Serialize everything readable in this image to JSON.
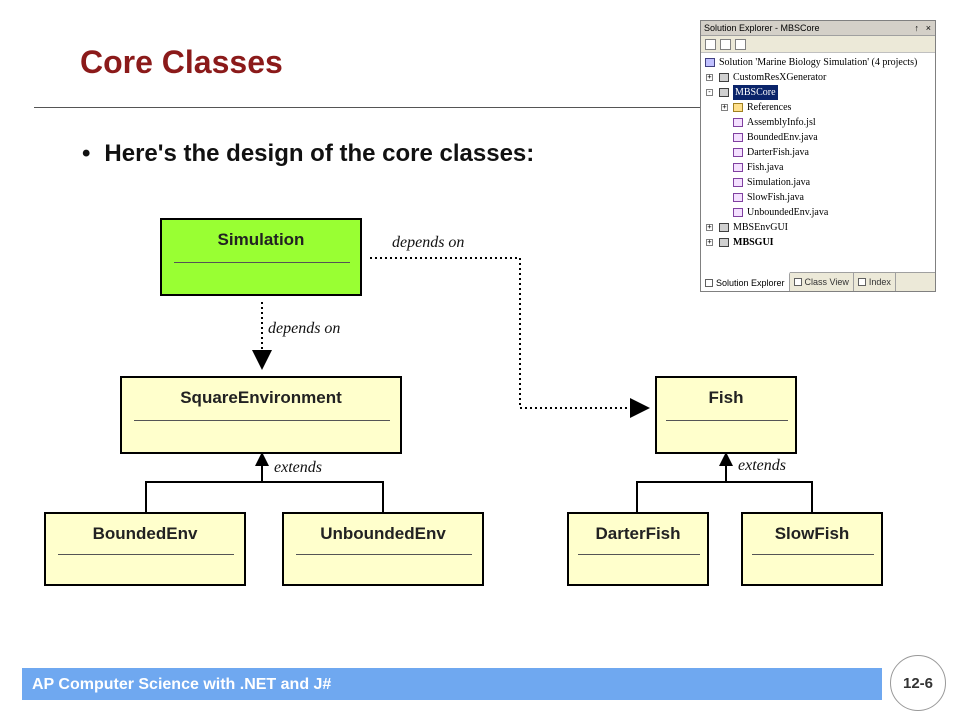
{
  "slide": {
    "title": "Core Classes",
    "bullet": "Here's the design of the core classes:"
  },
  "diagram": {
    "classes": {
      "simulation": "Simulation",
      "square_environment": "SquareEnvironment",
      "fish": "Fish",
      "bounded_env": "BoundedEnv",
      "unbounded_env": "UnboundedEnv",
      "darter_fish": "DarterFish",
      "slow_fish": "SlowFish"
    },
    "relations": {
      "sim_to_env": "depends on",
      "sim_to_fish": "depends on",
      "env_extends": "extends",
      "fish_extends": "extends"
    },
    "colors": {
      "main_class": "#99ff33",
      "class_box": "#ffffcc",
      "title": "#8b1a1a"
    }
  },
  "solution_explorer": {
    "title": "Solution Explorer - MBSCore",
    "pin": "↑",
    "close": "×",
    "tree": [
      {
        "label": "Solution 'Marine Biology Simulation' (4 projects)",
        "icon": "solution-icon"
      },
      {
        "label": "CustomResXGenerator",
        "icon": "project-icon"
      },
      {
        "label": "MBSCore",
        "icon": "project-icon"
      },
      {
        "label": "References",
        "icon": "folder-icon"
      },
      {
        "label": "AssemblyInfo.jsl",
        "icon": "file-icon"
      },
      {
        "label": "BoundedEnv.java",
        "icon": "file-icon"
      },
      {
        "label": "DarterFish.java",
        "icon": "file-icon"
      },
      {
        "label": "Fish.java",
        "icon": "file-icon"
      },
      {
        "label": "Simulation.java",
        "icon": "file-icon"
      },
      {
        "label": "SlowFish.java",
        "icon": "file-icon"
      },
      {
        "label": "UnboundedEnv.java",
        "icon": "file-icon"
      },
      {
        "label": "MBSEnvGUI",
        "icon": "project-icon"
      },
      {
        "label": "MBSGUI",
        "icon": "project-icon"
      }
    ],
    "tabs": [
      "Solution Explorer",
      "Class View",
      "Index"
    ]
  },
  "footer": {
    "text": "AP Computer Science with .NET and J#",
    "page": "12-6",
    "color": "#6fa8f0"
  }
}
